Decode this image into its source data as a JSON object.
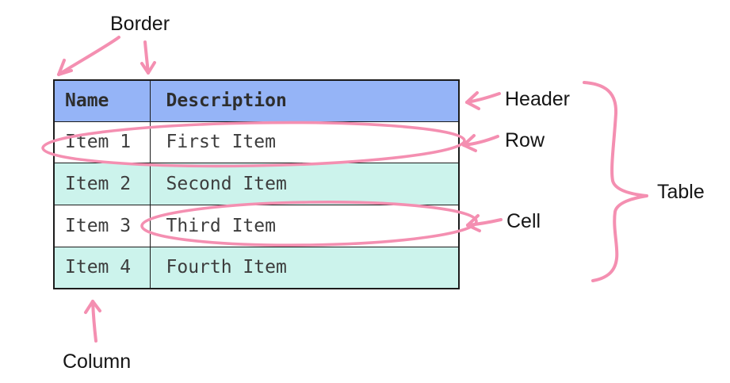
{
  "table": {
    "columns": [
      {
        "label": "Name"
      },
      {
        "label": "Description"
      }
    ],
    "rows": [
      {
        "name": "Item 1",
        "description": "First Item"
      },
      {
        "name": "Item 2",
        "description": "Second Item"
      },
      {
        "name": "Item 3",
        "description": "Third Item"
      },
      {
        "name": "Item 4",
        "description": "Fourth Item"
      }
    ]
  },
  "annotations": {
    "border_label": "Border",
    "header_label": "Header",
    "row_label": "Row",
    "cell_label": "Cell",
    "table_label": "Table",
    "column_label": "Column"
  },
  "colors": {
    "header_bg": "#95b4f7",
    "row_bg": "#ffffff",
    "row_alt_bg": "#ccf3ec",
    "border_color": "#1c1c1c",
    "text": "#3d3d3d",
    "annotation_pink": "#f48fb1"
  }
}
